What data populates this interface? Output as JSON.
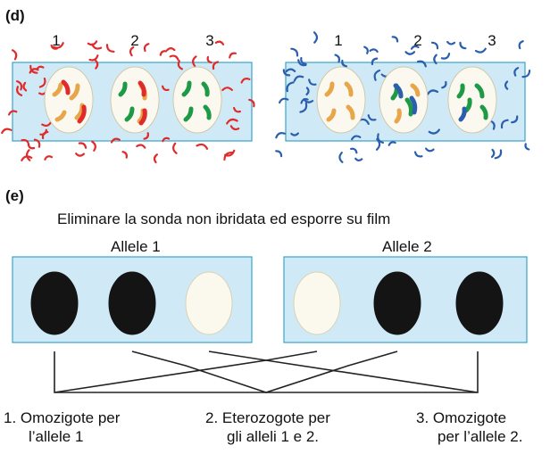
{
  "panel_d": {
    "label": "(d)",
    "left_numbers": [
      "1",
      "2",
      "3"
    ],
    "right_numbers": [
      "1",
      "2",
      "3"
    ]
  },
  "panel_e": {
    "label": "(e)",
    "caption": "Eliminare la sonda non ibridata ed esporre su film",
    "allele1_label": "Allele 1",
    "allele2_label": "Allele 2",
    "allele1_signs": [
      "+",
      "+",
      "−"
    ],
    "allele2_signs": [
      "−",
      "+",
      "+"
    ]
  },
  "results": [
    {
      "num": "1.",
      "line1": "Omozigote per",
      "line2": "l’allele 1"
    },
    {
      "num": "2.",
      "line1": "Eterozogote per",
      "line2": "gli alleli 1 e 2."
    },
    {
      "num": "3.",
      "line1": "Omozigote",
      "line2": "per l’allele 2."
    }
  ],
  "colors": {
    "membrane": "#cfeaf6",
    "membrane_border": "#3aa3c8",
    "probe_red": "#e02b2b",
    "probe_blue": "#2b5fae",
    "chrom_orange": "#e8a64a",
    "chrom_green": "#1e9a46",
    "spot_dark": "#141414",
    "spot_light": "#fbf8ee"
  }
}
